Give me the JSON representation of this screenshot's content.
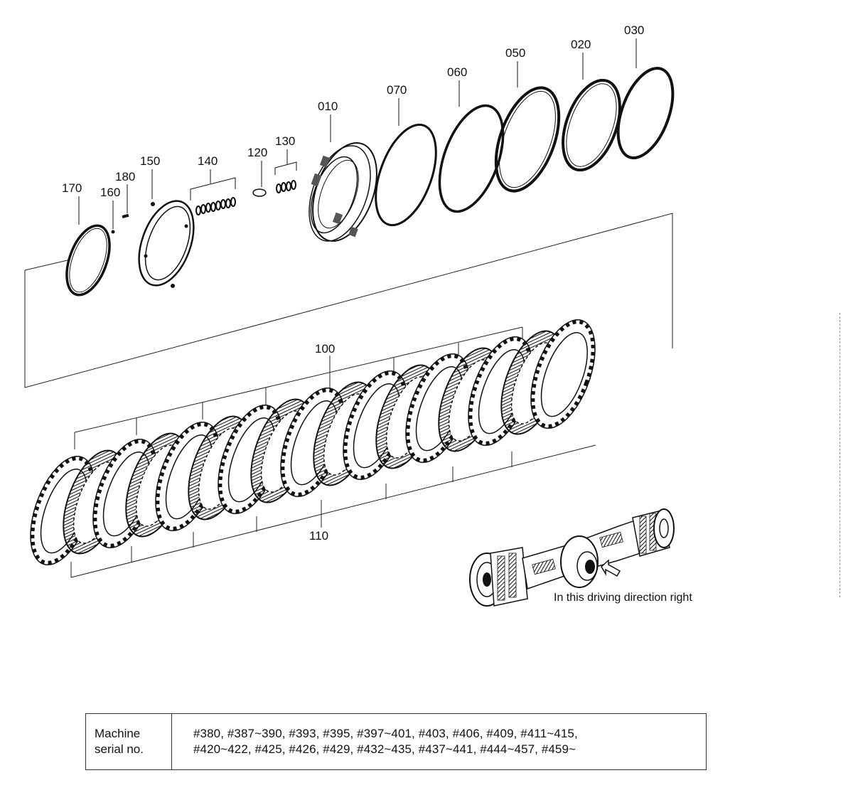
{
  "callouts": {
    "c030": "030",
    "c020": "020",
    "c050": "050",
    "c060": "060",
    "c070": "070",
    "c010": "010",
    "c130": "130",
    "c120": "120",
    "c140": "140",
    "c150": "150",
    "c180": "180",
    "c160": "160",
    "c170": "170",
    "c100": "100",
    "c110": "110"
  },
  "inset": {
    "caption": "In this driving direction right"
  },
  "serial_table": {
    "header_line1": "Machine",
    "header_line2": "serial no.",
    "line1": "#380, #387~390, #393, #395, #397~401, #403, #406, #409, #411~415,",
    "line2": "#420~422, #425, #426, #429, #432~435, #437~441, #444~457, #459~"
  },
  "colors": {
    "ink": "#111111",
    "paper": "#ffffff"
  }
}
